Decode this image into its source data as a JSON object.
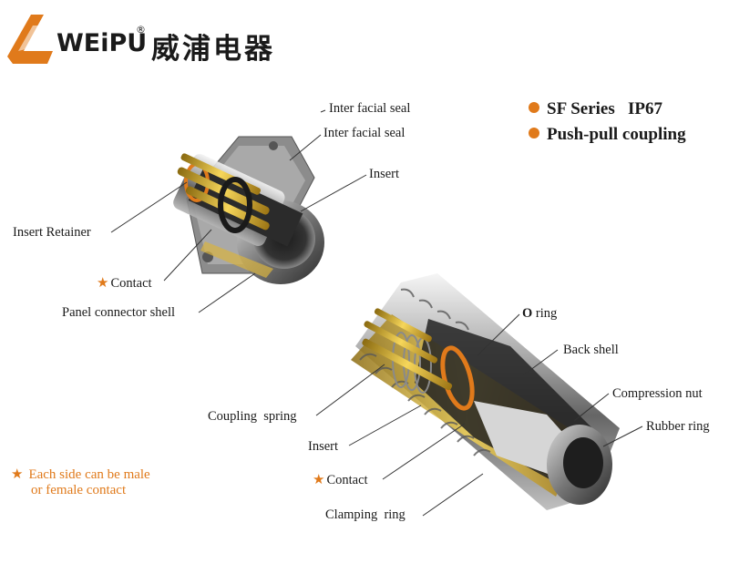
{
  "brand": {
    "name": "WEiPU",
    "registered": "®",
    "chinese_name": "威浦电器",
    "accent_color": "#e07a1b"
  },
  "features": [
    {
      "label": "SF Series   IP67"
    },
    {
      "label": "Push-pull coupling"
    }
  ],
  "panel_connector_labels": {
    "interfacial_seal_1": "Inter facial seal",
    "interfacial_seal_2": "Inter facial seal",
    "insert": "Insert",
    "insert_retainer": "Insert Retainer",
    "contact": "Contact",
    "panel_shell": "Panel connector shell"
  },
  "plug_connector_labels": {
    "o_ring_bold": "O",
    "o_ring_rest": " ring",
    "back_shell": "Back shell",
    "compression_nut": "Compression nut",
    "rubber_ring": "Rubber ring",
    "coupling_spring": "Coupling  spring",
    "insert": "Insert",
    "contact": "Contact",
    "clamping_ring": "Clamping  ring"
  },
  "note": {
    "star_icon": "orange-star-icon",
    "line1": "Each side can be male",
    "line2": "or female contact"
  }
}
